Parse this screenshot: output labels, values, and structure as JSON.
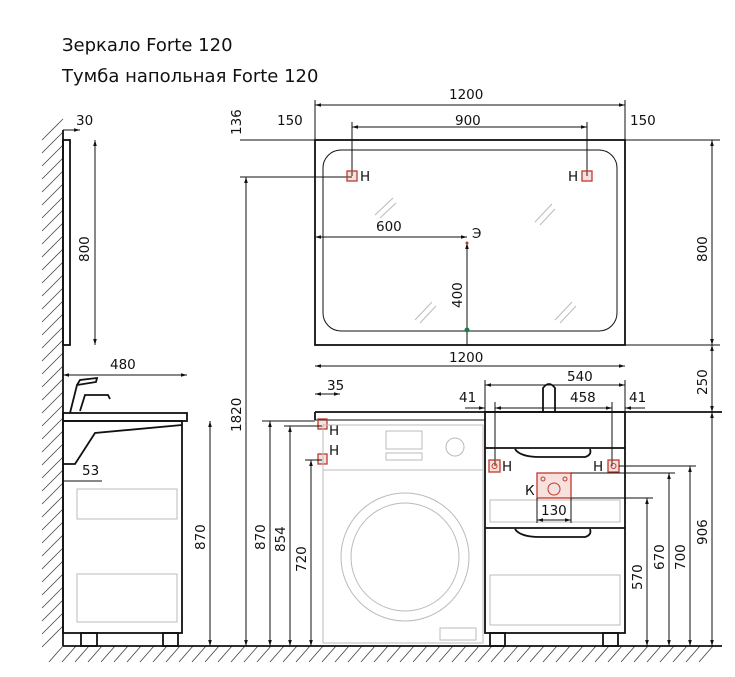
{
  "titles": [
    "Зеркало Forte 120",
    "Тумба напольная Forte 120"
  ],
  "side_view": {
    "mirror_depth": "30",
    "mirror_height": "800",
    "depth": "480",
    "offset": "53",
    "height": "870"
  },
  "overall_height": "1820",
  "mirror_front": {
    "top_offset": "136",
    "left_margin": "150",
    "width_inner": "900",
    "right_margin": "150",
    "width": "1200",
    "height": "800",
    "socket_x": "600",
    "socket_y": "400",
    "socket_label": "Э",
    "bottom_width": "1200",
    "gap": "250"
  },
  "front_view": {
    "edge": "35",
    "h870": "870",
    "h854": "854",
    "h720": "720",
    "cab_width": "540",
    "left_41": "41",
    "inner_458": "458",
    "right_41": "41",
    "k_width": "130",
    "h570": "570",
    "h670": "670",
    "h700": "700",
    "h906": "906"
  },
  "labels": {
    "water": "Н",
    "sewer": "К"
  },
  "colors": {
    "marker": "#c0392b",
    "socket_dot": "#1a7a4a"
  }
}
